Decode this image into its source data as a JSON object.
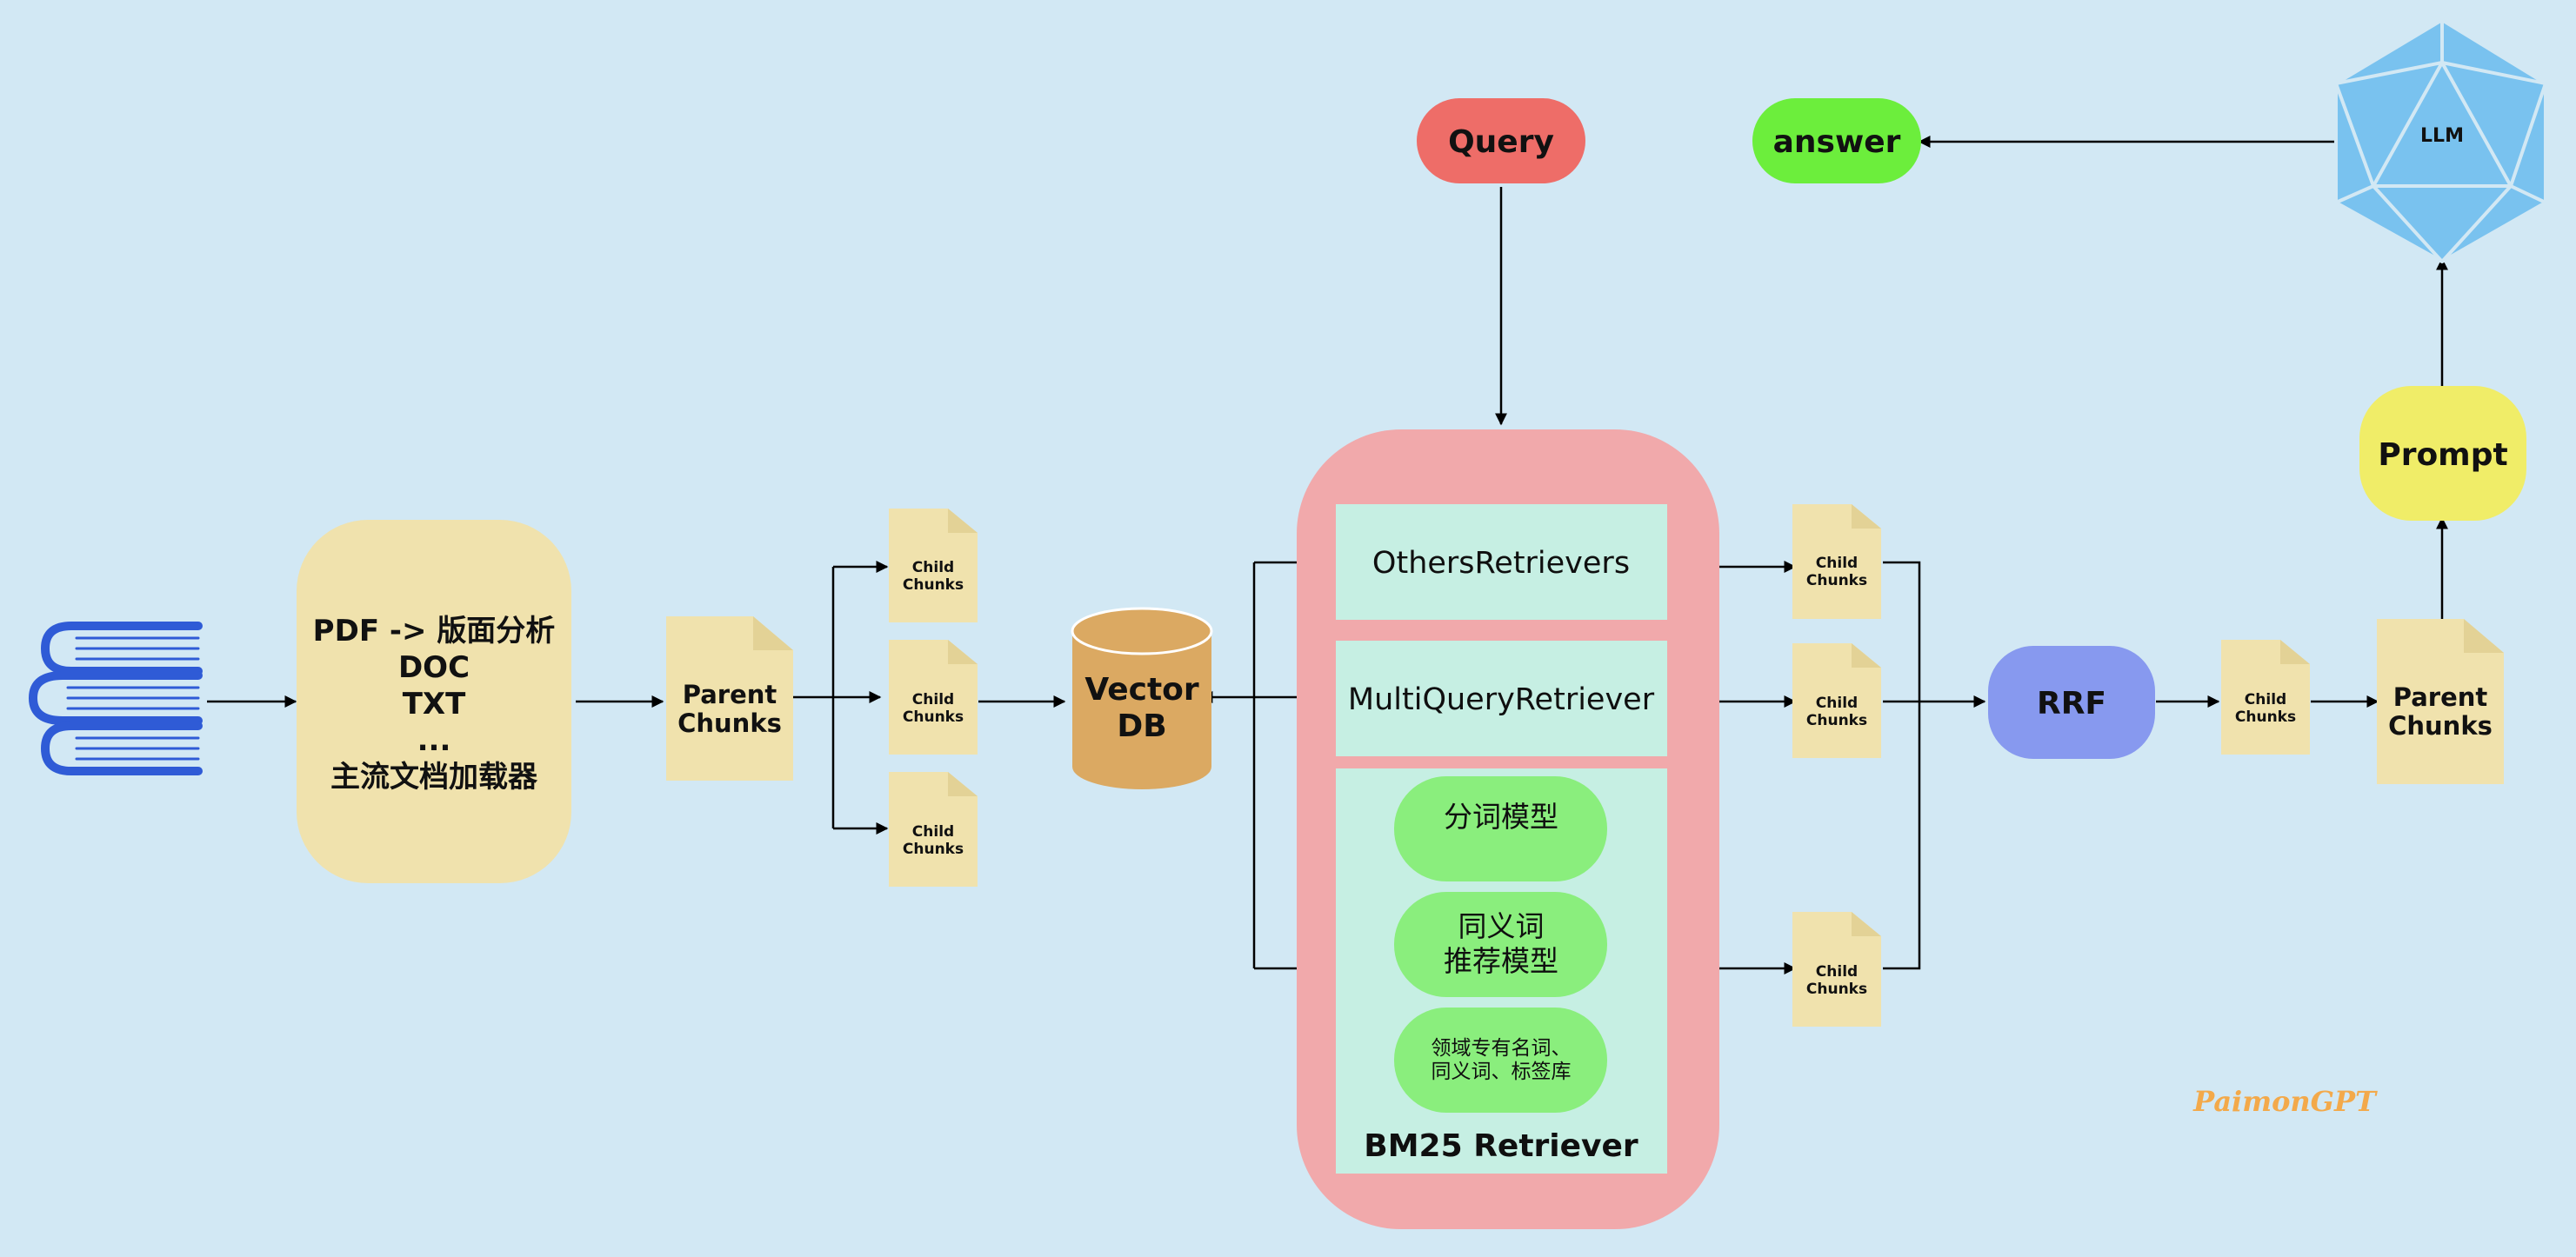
{
  "colors": {
    "background": "#d2e8f4",
    "loader_box": "#f0e2ad",
    "doc_fill": "#f0e2ad",
    "doc_fold": "#e3d296",
    "vector_db": "#dba962",
    "retriever_container": "#f1a9ab",
    "retriever_box": "#c6efe3",
    "pill_green": "#8aee7d",
    "query": "#ee6d68",
    "answer": "#6cee3c",
    "rrf": "#8799ef",
    "prompt": "#f0ed68",
    "llm": "#79c2ef",
    "books": "#2f5bd6",
    "watermark": "#f3a94a"
  },
  "source": {
    "icon": "books-icon"
  },
  "loader": {
    "lines": [
      "PDF -> 版面分析",
      "DOC",
      "TXT",
      "...",
      "主流文档加载器"
    ]
  },
  "parent_chunks_left": {
    "line1": "Parent",
    "line2": "Chunks"
  },
  "child_chunks_left": [
    {
      "line1": "Child",
      "line2": "Chunks"
    },
    {
      "line1": "Child",
      "line2": "Chunks"
    },
    {
      "line1": "Child",
      "line2": "Chunks"
    }
  ],
  "vector_db": {
    "line1": "Vector",
    "line2": "DB"
  },
  "query": {
    "label": "Query"
  },
  "answer": {
    "label": "answer"
  },
  "retrievers": {
    "others": "OthersRetrievers",
    "multi_query": "MultiQueryRetriever",
    "bm25": {
      "label": "BM25 Retriever",
      "tokenizer": "分词模型",
      "synonym_line1": "同义词",
      "synonym_line2": "推荐模型",
      "lexicon_line1": "领域专有名词、",
      "lexicon_line2": "同义词、标签库"
    }
  },
  "child_chunks_right": [
    {
      "line1": "Child",
      "line2": "Chunks"
    },
    {
      "line1": "Child",
      "line2": "Chunks"
    },
    {
      "line1": "Child",
      "line2": "Chunks"
    }
  ],
  "rrf": {
    "label": "RRF"
  },
  "child_chunks_fused": {
    "line1": "Child",
    "line2": "Chunks"
  },
  "parent_chunks_right": {
    "line1": "Parent",
    "line2": "Chunks"
  },
  "prompt": {
    "label": "Prompt"
  },
  "llm": {
    "label": "LLM",
    "icon": "icosahedron-icon"
  },
  "watermark": {
    "text": "PaimonGPT"
  }
}
